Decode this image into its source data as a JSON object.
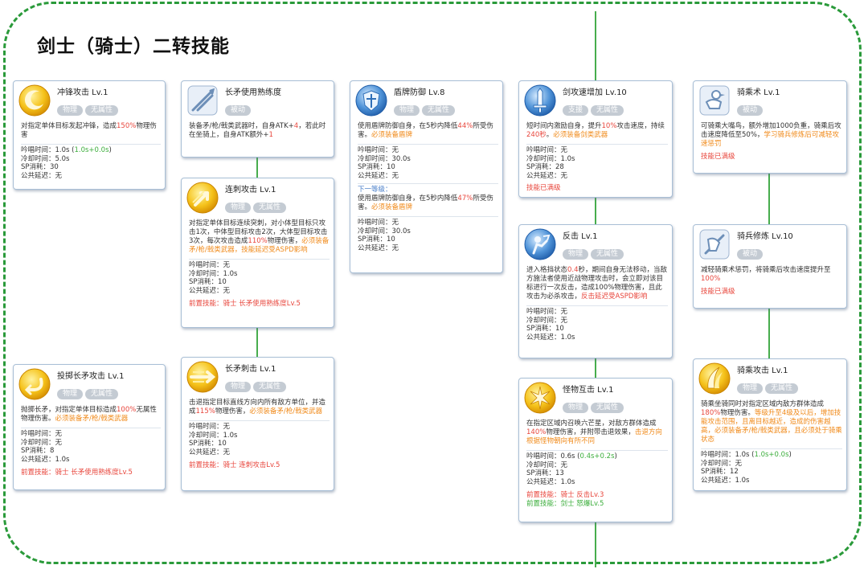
{
  "title": "剑士（骑士）二转技能",
  "colors": {
    "frame": "#2a9a3a",
    "connector": "#47ad4d",
    "red": "#e8463c",
    "orange": "#f08a1a",
    "green": "#3cae3c",
    "blue": "#4a7fc9",
    "tag": "#c4cbd3"
  },
  "skills": {
    "charge": {
      "name": "冲锋攻击 Lv.1",
      "icon": "crescent-icon",
      "tags": [
        "物理",
        "无属性"
      ],
      "desc": [
        "对指定单体目标发起冲锋，造成",
        "150%",
        "物理伤害"
      ],
      "stats": [
        "吟唱时间：1.0s (",
        "1.0s",
        "+",
        "0.0s",
        ")",
        "冷却时间：5.0s",
        "SP消耗：30",
        "公共延迟：无"
      ]
    },
    "spear_mastery": {
      "name": "长矛使用熟练度",
      "icon": "spear-icon",
      "tags": [
        "被动"
      ],
      "desc": [
        "装备矛/枪/戟类武器时，自身ATK+",
        "4",
        "，若此时在坐骑上，自身ATK额外+",
        "1"
      ]
    },
    "guard": {
      "name": "盾牌防御 Lv.8",
      "icon": "shield-icon",
      "tags": [
        "物理",
        "无属性"
      ],
      "desc": [
        "使用盾牌防御自身，在5秒内降低",
        "44%",
        "所受伤害。",
        "必须装备盾牌"
      ],
      "stats": [
        "吟唱时间：无",
        "冷却时间：30.0s",
        "SP消耗：10",
        "公共延迟：无"
      ],
      "next_label": "下一等级：",
      "next_desc": [
        "使用盾牌防御自身，在5秒内降低",
        "47%",
        "所受伤害。",
        "必须装备盾牌"
      ],
      "next_stats": [
        "吟唱时间：无",
        "冷却时间：30.0s",
        "SP消耗：10",
        "公共延迟：无"
      ]
    },
    "sword_quicken": {
      "name": "剑攻速增加 Lv.10",
      "icon": "sword-icon",
      "tags": [
        "支援",
        "无属性"
      ],
      "desc": [
        "短时间内激励自身，提升",
        "10%",
        "攻击速度，持续",
        "240秒",
        "。",
        "必须装备剑类武器"
      ],
      "stats": [
        "吟唱时间：无",
        "冷却时间：1.0s",
        "SP消耗：28",
        "公共延迟：无"
      ],
      "maxed": "技能已满级"
    },
    "riding": {
      "name": "骑乘术 Lv.1",
      "icon": "bird-icon",
      "tags": [
        "被动"
      ],
      "desc": [
        "可骑乘大嘴鸟，额外增加1000负重，骑乘后攻击速度降低至50%，",
        "学习骑兵修炼后可减轻攻速惩罚"
      ],
      "maxed": "技能已满级"
    },
    "pierce": {
      "name": "连刺攻击 Lv.1",
      "icon": "arrow-icon",
      "tags": [
        "物理",
        "无属性"
      ],
      "desc": [
        "对指定单体目标连续突刺，对小体型目标只攻击1次，中体型目标攻击2次，大体型目标攻击3次，每次攻击造成",
        "110%",
        "物理伤害，",
        "必须装备矛/枪/戟类武器，技能延迟受ASPD影响"
      ],
      "stats": [
        "吟唱时间：无",
        "冷却时间：1.0s",
        "SP消耗：10",
        "公共延迟：无"
      ],
      "prereq": "前置技能：骑士 长矛使用熟练度Lv.5"
    },
    "counter": {
      "name": "反击 Lv.1",
      "icon": "counter-icon",
      "tags": [
        "物理",
        "无属性"
      ],
      "desc": [
        "进入格挡状态",
        "0.4",
        "秒，期间自身无法移动，当敌方施法者使用近战物理攻击时，会立即对该目标进行一次反击，造成100%物理伤害，且此攻击为必杀攻击，",
        "反击延迟受ASPD影响"
      ],
      "stats": [
        "吟唱时间：无",
        "冷却时间：无",
        "SP消耗：10",
        "公共延迟：1.0s"
      ]
    },
    "cavalier": {
      "name": "骑兵修炼 Lv.10",
      "icon": "cavalier-icon",
      "tags": [
        "被动"
      ],
      "desc": [
        "减轻骑乘术惩罚，将骑乘后攻击速度提升至",
        "100%"
      ],
      "maxed": "技能已满级"
    },
    "spear_throw": {
      "name": "投掷长矛攻击 Lv.1",
      "icon": "return-icon",
      "tags": [
        "物理",
        "无属性"
      ],
      "desc": [
        "抛掷长矛，对指定单体目标造成",
        "100%",
        "无属性物理伤害。",
        "必须装备矛/枪/戟类武器"
      ],
      "stats": [
        "吟唱时间：无",
        "冷却时间：无",
        "SP消耗：8",
        "公共延迟：1.0s"
      ],
      "prereq": "前置技能：骑士 长矛使用熟练度Lv.5"
    },
    "spear_stab": {
      "name": "长矛刺击 Lv.1",
      "icon": "lance-icon",
      "tags": [
        "物理",
        "无属性"
      ],
      "desc": [
        "击退指定目标直线方向内所有敌方单位，并造成",
        "115%",
        "物理伤害，",
        "必须装备矛/枪/戟类武器"
      ],
      "stats": [
        "吟唱时间：无",
        "冷却时间：1.0s",
        "SP消耗：10",
        "公共延迟：无"
      ],
      "prereq": "前置技能：骑士 连刺攻击Lv.5"
    },
    "bowling": {
      "name": "怪物互击 Lv.1",
      "icon": "burst-icon",
      "tags": [
        "物理",
        "无属性"
      ],
      "desc": [
        "在指定区域内召唤六芒星，对敌方群体造成",
        "140%",
        "物理伤害，并附带击退效果，",
        "击退方向根据怪物朝向有所不同"
      ],
      "stats": [
        "吟唱时间：0.6s (",
        "0.4s",
        "+",
        "0.2s",
        ")",
        "冷却时间：无",
        "SP消耗：13",
        "公共延迟：1.0s"
      ],
      "prereq": "前置技能：骑士 反击Lv.3",
      "prereq2": "前置技能：剑士 怒爆Lv.5"
    },
    "brandish": {
      "name": "骑乘攻击 Lv.1",
      "icon": "blade-icon",
      "tags": [
        "物理",
        "无属性"
      ],
      "desc": [
        "骑乘坐骑同时对指定区域内敌方群体造成",
        "180%",
        "物理伤害。",
        "等级升至4级及以后，增加技能攻击范围，且离目标越近，造成的伤害越高，必须装备矛/枪/戟类武器，且必须处于骑乘状态"
      ],
      "stats": [
        "吟唱时间：1.0s (",
        "1.0s",
        "+",
        "0.0s",
        ")",
        "冷却时间：无",
        "SP消耗：12",
        "公共延迟：1.0s"
      ]
    }
  }
}
